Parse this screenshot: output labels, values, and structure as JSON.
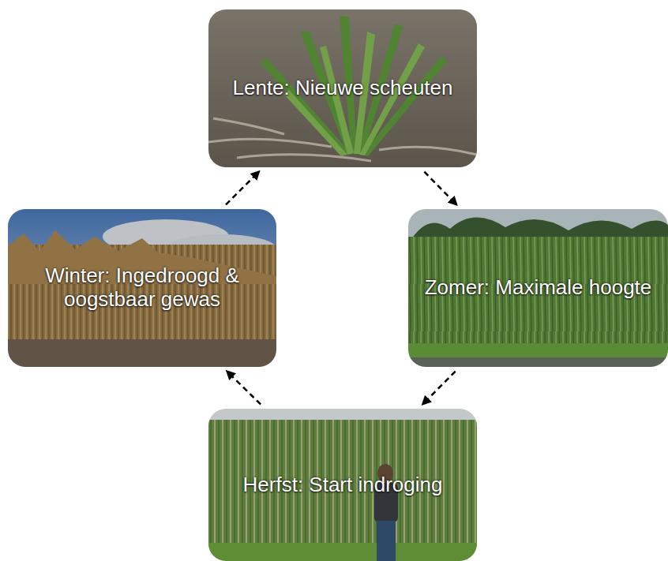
{
  "diagram": {
    "nodes": [
      {
        "text": [
          "Lente: Nieuwe scheuten"
        ]
      },
      {
        "text": [
          "Winter: Ingedroogd & oogstbaar gewas"
        ]
      },
      {
        "text": [
          "Zomer: Maximale hoogte"
        ]
      },
      {
        "text": [
          "Herfst: Start indroging"
        ]
      }
    ],
    "edges": [
      {
        "from": 0,
        "to": 2,
        "arrow": "to"
      },
      {
        "from": 2,
        "to": 3,
        "arrow": "to"
      },
      {
        "from": 3,
        "to": 1,
        "arrow": "to"
      },
      {
        "from": 1,
        "to": 0,
        "arrow": "to"
      }
    ]
  }
}
